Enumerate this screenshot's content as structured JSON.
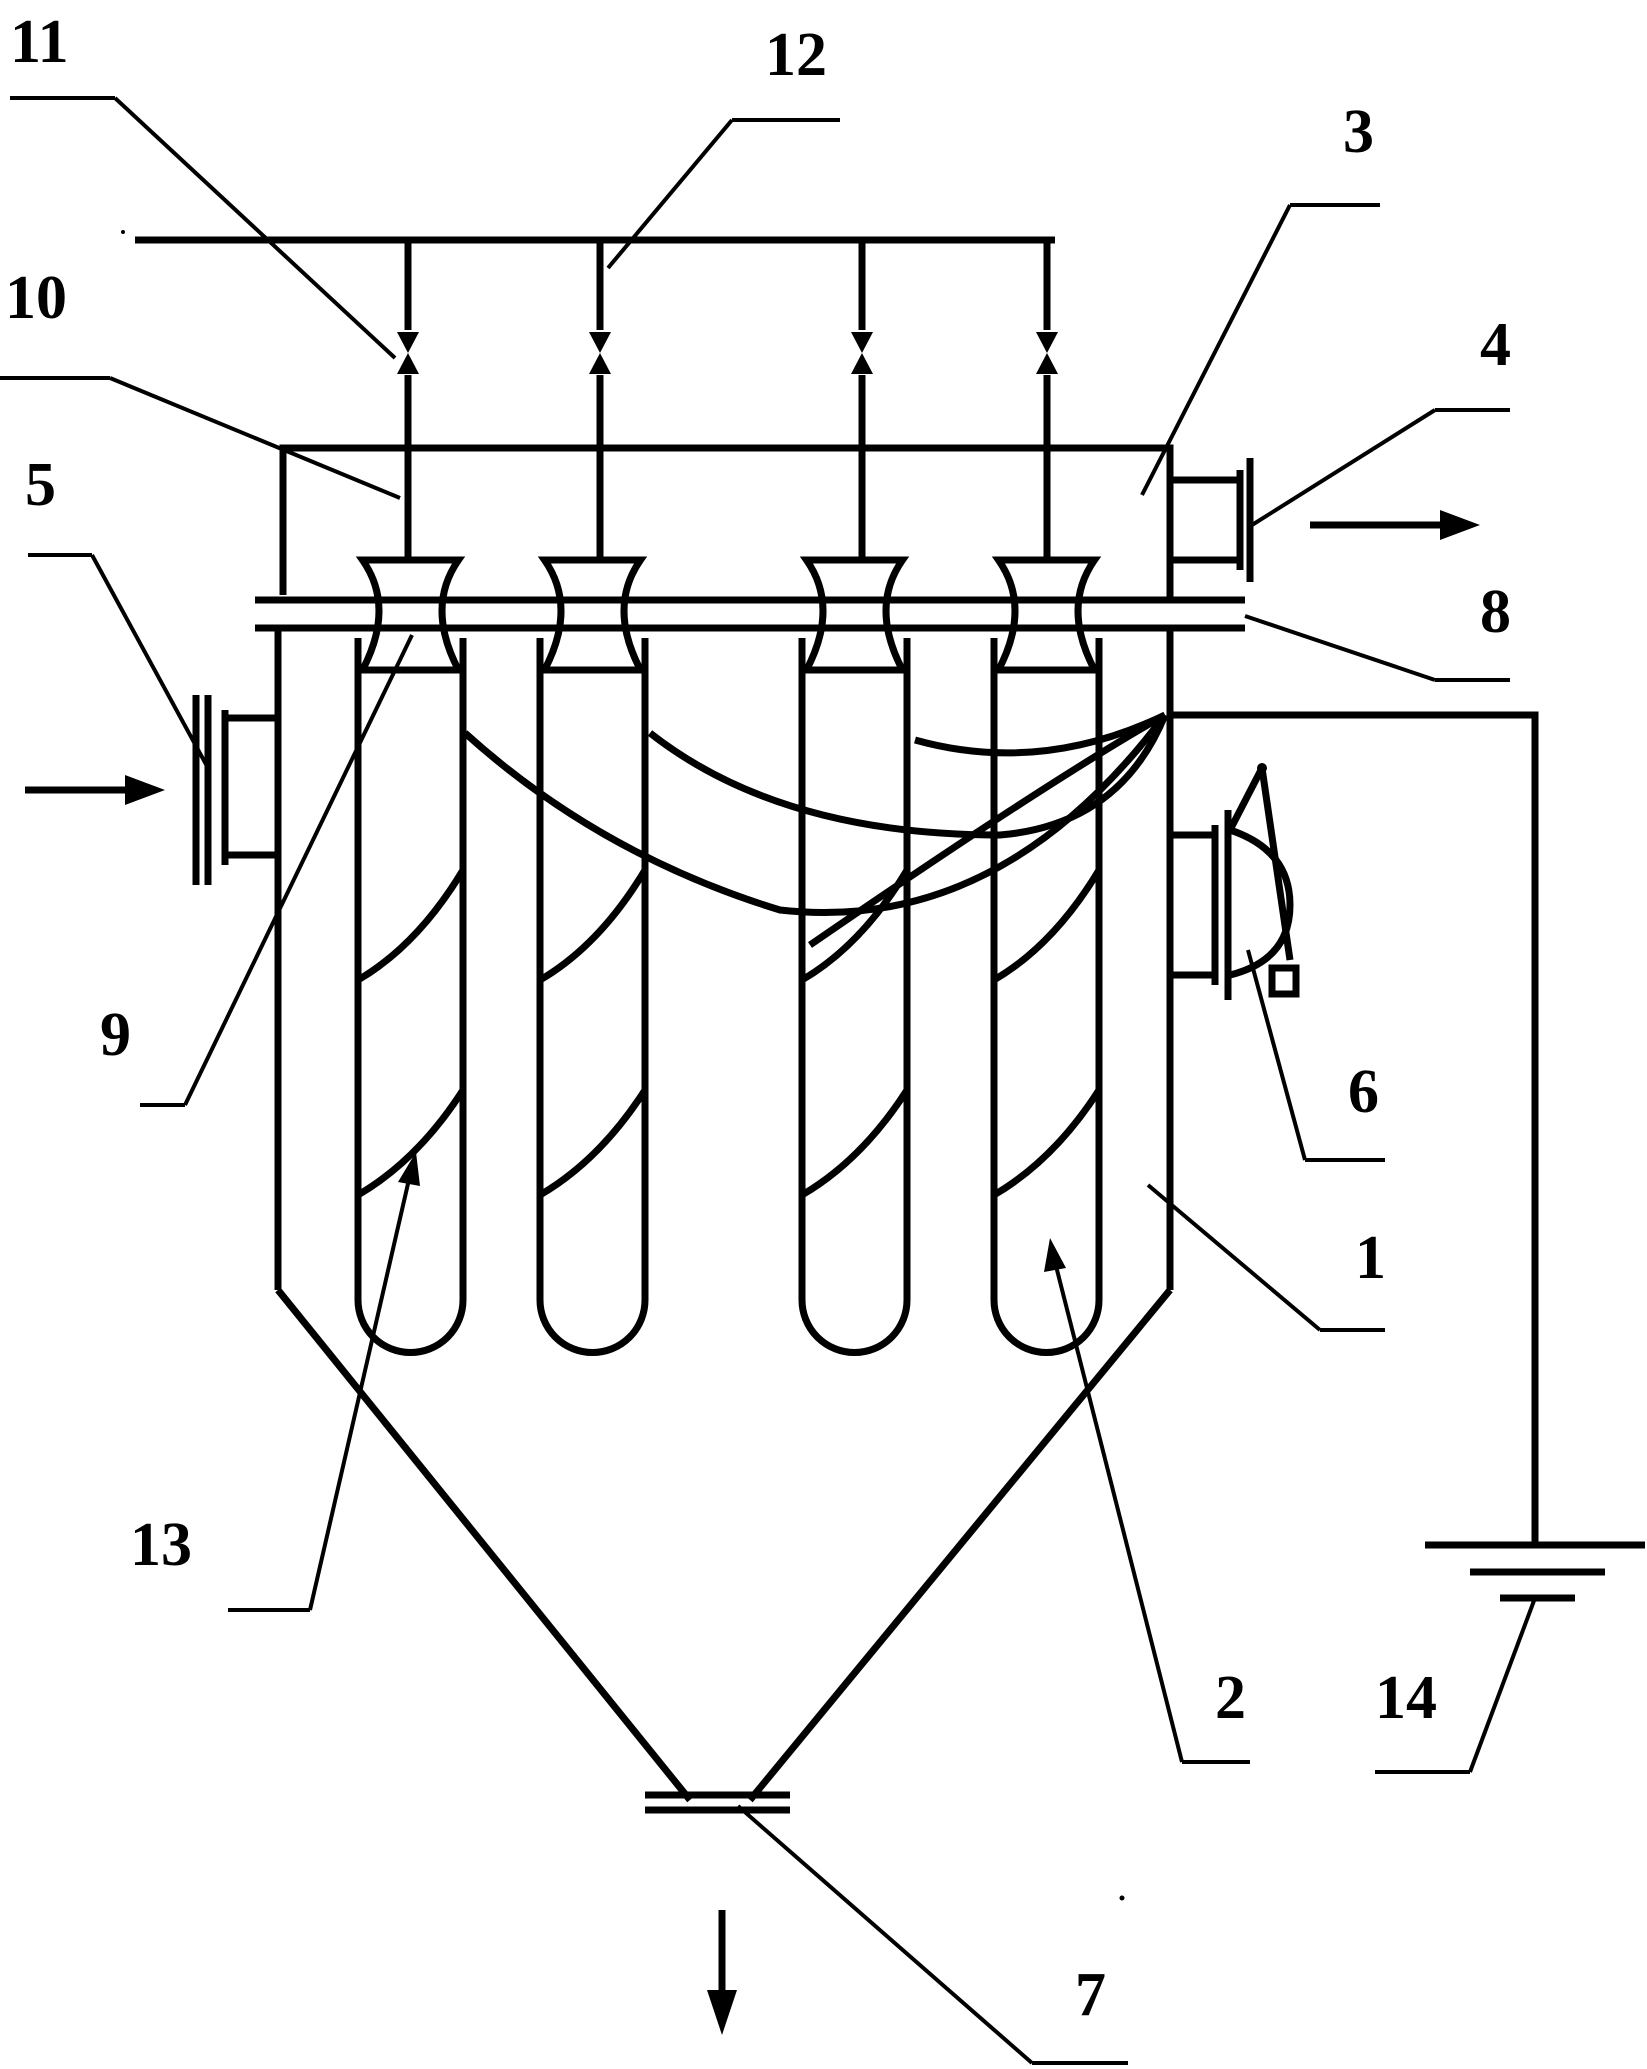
{
  "diagram": {
    "labels": {
      "n1": "1",
      "n2": "2",
      "n3": "3",
      "n4": "4",
      "n5": "5",
      "n6": "6",
      "n7": "7",
      "n8": "8",
      "n9": "9",
      "n10": "10",
      "n11": "11",
      "n12": "12",
      "n13": "13",
      "n14": "14"
    },
    "filter_bag_count": 4,
    "valve_count": 4,
    "flow_arrows": [
      "inlet-right",
      "outlet-right",
      "discharge-down"
    ]
  }
}
